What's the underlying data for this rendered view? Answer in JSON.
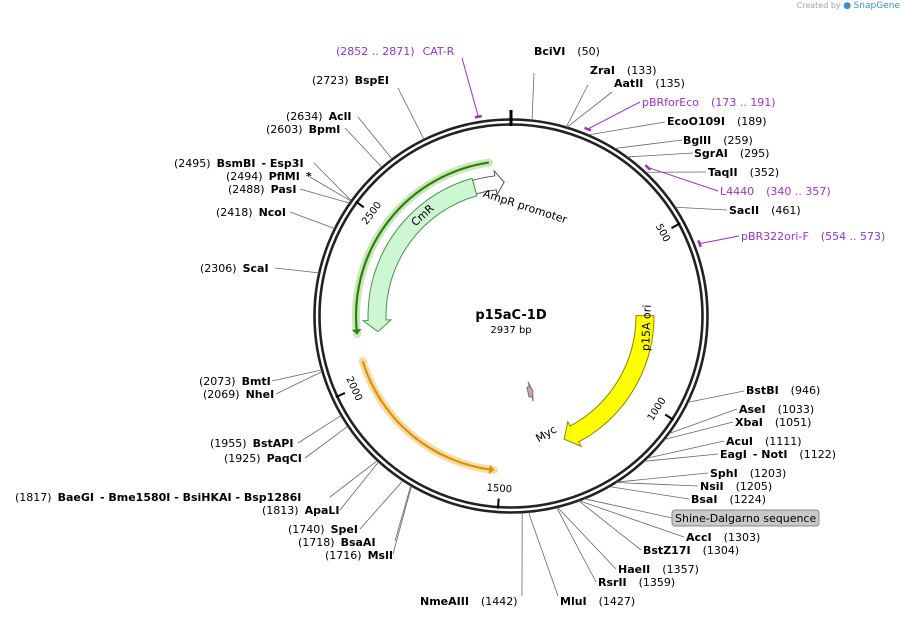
{
  "credit": {
    "prefix": "Created by",
    "brand": "SnapGene"
  },
  "plasmid": {
    "name": "p15aC-1D",
    "length_label": "2937 bp",
    "length_bp": 2937
  },
  "ticks": [
    {
      "bp": 500,
      "label": "500"
    },
    {
      "bp": 1000,
      "label": "1000"
    },
    {
      "bp": 1500,
      "label": "1500"
    },
    {
      "bp": 2000,
      "label": "2000"
    },
    {
      "bp": 2500,
      "label": "2500"
    }
  ],
  "features": [
    {
      "id": "ampr-promoter",
      "label": "AmpR promoter",
      "start": 2808,
      "end": 2913,
      "direction": "forward",
      "color": "#ffffff",
      "stroke": "#555555"
    },
    {
      "id": "cmr",
      "label": "CmR",
      "start": 2148,
      "end": 2808,
      "direction": "reverse",
      "color": "#ccf7d1",
      "stroke": "#4c9158"
    },
    {
      "id": "p15a-ori",
      "label": "p15A ori",
      "start": 733,
      "end": 1278,
      "direction": "forward",
      "color": "#ffff00",
      "stroke": "#888800"
    },
    {
      "id": "myc",
      "label": "Myc",
      "start": 1336,
      "end": 1366,
      "direction": "reverse",
      "color": "#c7a0c0",
      "stroke": "#777777"
    }
  ],
  "orf_arcs": [
    {
      "id": "orf-green",
      "start": 2148,
      "end": 2870,
      "direction": "reverse",
      "color": "#2e7d10",
      "halo": "#c6e9b7"
    },
    {
      "id": "orf-orange",
      "start": 1520,
      "end": 2065,
      "direction": "reverse",
      "color": "#e09000",
      "halo": "#f5dda8"
    }
  ],
  "primers": [
    {
      "id": "cat-r",
      "label": "CAT-R",
      "range": "(2852 .. 2871)",
      "bp": 2861
    },
    {
      "id": "pbrforeco",
      "label": "pBRforEco",
      "range": "(173 .. 191)",
      "bp": 182
    },
    {
      "id": "l4440",
      "label": "L4440",
      "range": "(340 .. 357)",
      "bp": 348
    },
    {
      "id": "pbr322ori-f",
      "label": "pBR322ori-F",
      "range": "(554 .. 573)",
      "bp": 563
    }
  ],
  "enzymes": [
    {
      "name": "BciVI",
      "pos": "(50)",
      "bp": 50
    },
    {
      "name": "ZraI",
      "pos": "(133)",
      "bp": 133
    },
    {
      "name": "AatII",
      "pos": "(135)",
      "bp": 135
    },
    {
      "name": "EcoO109I",
      "pos": "(189)",
      "bp": 189
    },
    {
      "name": "BglII",
      "pos": "(259)",
      "bp": 259
    },
    {
      "name": "SgrAI",
      "pos": "(295)",
      "bp": 295
    },
    {
      "name": "TaqII",
      "pos": "(352)",
      "bp": 352
    },
    {
      "name": "SacII",
      "pos": "(461)",
      "bp": 461
    },
    {
      "name": "BstBI",
      "pos": "(946)",
      "bp": 946
    },
    {
      "name": "AseI",
      "pos": "(1033)",
      "bp": 1033
    },
    {
      "name": "XbaI",
      "pos": "(1051)",
      "bp": 1051
    },
    {
      "name": "AcuI",
      "pos": "(1111)",
      "bp": 1111
    },
    {
      "name": "EagI",
      "suffix": "- NotI",
      "pos": "(1122)",
      "bp": 1122
    },
    {
      "name": "SphI",
      "pos": "(1203)",
      "bp": 1203
    },
    {
      "name": "NsiI",
      "pos": "(1205)",
      "bp": 1205
    },
    {
      "name": "BsaI",
      "pos": "(1224)",
      "bp": 1224
    },
    {
      "name": "AccI",
      "pos": "(1303)",
      "bp": 1303
    },
    {
      "name": "BstZ17I",
      "pos": "(1304)",
      "bp": 1304
    },
    {
      "name": "HaeII",
      "pos": "(1357)",
      "bp": 1357
    },
    {
      "name": "RsrII",
      "pos": "(1359)",
      "bp": 1359
    },
    {
      "name": "MluI",
      "pos": "(1427)",
      "bp": 1427
    },
    {
      "name": "NmeAIII",
      "pos": "(1442)",
      "bp": 1442
    },
    {
      "name": "MslI",
      "pos": "(1716)",
      "bp": 1716
    },
    {
      "name": "BsaAI",
      "pos": "(1718)",
      "bp": 1718
    },
    {
      "name": "SpeI",
      "pos": "(1740)",
      "bp": 1740
    },
    {
      "name": "ApaLI",
      "pos": "(1813)",
      "bp": 1813
    },
    {
      "name": "BaeGI",
      "suffix": "- Bme1580I   - BsiHKAI   - Bsp1286I",
      "pos": "(1817)",
      "bp": 1817
    },
    {
      "name": "PaqCI",
      "pos": "(1925)",
      "bp": 1925
    },
    {
      "name": "BstAPI",
      "pos": "(1955)",
      "bp": 1955
    },
    {
      "name": "NheI",
      "pos": "(2069)",
      "bp": 2069
    },
    {
      "name": "BmtI",
      "pos": "(2073)",
      "bp": 2073
    },
    {
      "name": "ScaI",
      "pos": "(2306)",
      "bp": 2306
    },
    {
      "name": "NcoI",
      "pos": "(2418)",
      "bp": 2418
    },
    {
      "name": "PasI",
      "pos": "(2488)",
      "bp": 2488
    },
    {
      "name": "PflMI",
      "suffix": "*",
      "pos": "(2494)",
      "bp": 2494
    },
    {
      "name": "BsmBI",
      "suffix": "- Esp3I",
      "pos": "(2495)",
      "bp": 2495
    },
    {
      "name": "BpmI",
      "pos": "(2603)",
      "bp": 2603
    },
    {
      "name": "AclI",
      "pos": "(2634)",
      "bp": 2634
    },
    {
      "name": "BspEI",
      "pos": "(2723)",
      "bp": 2723
    }
  ],
  "boxed_features": [
    {
      "id": "shine-dalgarno",
      "label": "Shine-Dalgarno sequence",
      "bp": 1290
    }
  ],
  "colors": {
    "backbone": "#222222",
    "primer": "#9b30d0",
    "enzyme_text": "#000000"
  }
}
